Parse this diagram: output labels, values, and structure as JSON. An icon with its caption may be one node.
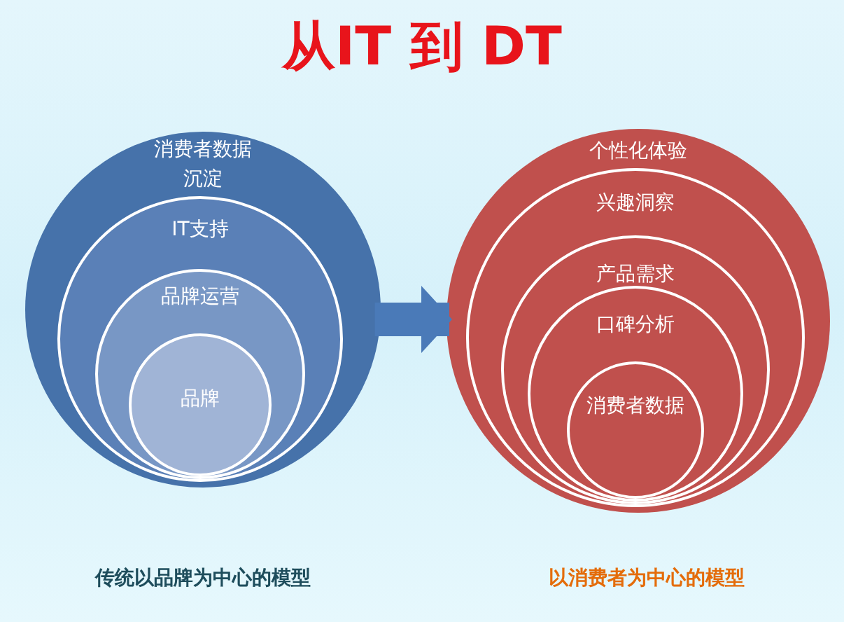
{
  "diagram": {
    "title": "从IT 到 DT",
    "nodes": [
      {
        "text": [
          "消费者数据沉淀"
        ]
      },
      {
        "text": [
          "IT支持"
        ],
        "in": 0
      },
      {
        "text": [
          "品牌运营"
        ],
        "in": 1
      },
      {
        "text": [
          "品牌"
        ],
        "in": 2
      },
      {
        "text": [
          "个性化体验"
        ]
      },
      {
        "text": [
          "兴趣洞察"
        ],
        "in": 4
      },
      {
        "text": [
          "产品需求"
        ],
        "in": 5
      },
      {
        "text": [
          "口碑分析"
        ],
        "in": 6
      },
      {
        "text": [
          "消费者数据"
        ],
        "in": 7
      }
    ],
    "edges": [
      {
        "from": 0,
        "to": 4,
        "arrow": "to"
      }
    ],
    "labels": [
      "传统以品牌为中心的模型",
      "以消费者为中心的模型"
    ]
  }
}
